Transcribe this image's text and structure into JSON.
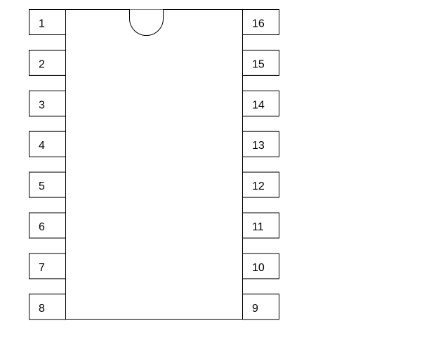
{
  "diagram": {
    "type": "dip-16-ic-pinout",
    "line_color": "#000000",
    "background": "#ffffff",
    "body": {
      "notch": "semicircle-top-center"
    },
    "left_pins": [
      "1",
      "2",
      "3",
      "4",
      "5",
      "6",
      "7",
      "8"
    ],
    "right_pins": [
      "16",
      "15",
      "14",
      "13",
      "12",
      "11",
      "10",
      "9"
    ]
  }
}
